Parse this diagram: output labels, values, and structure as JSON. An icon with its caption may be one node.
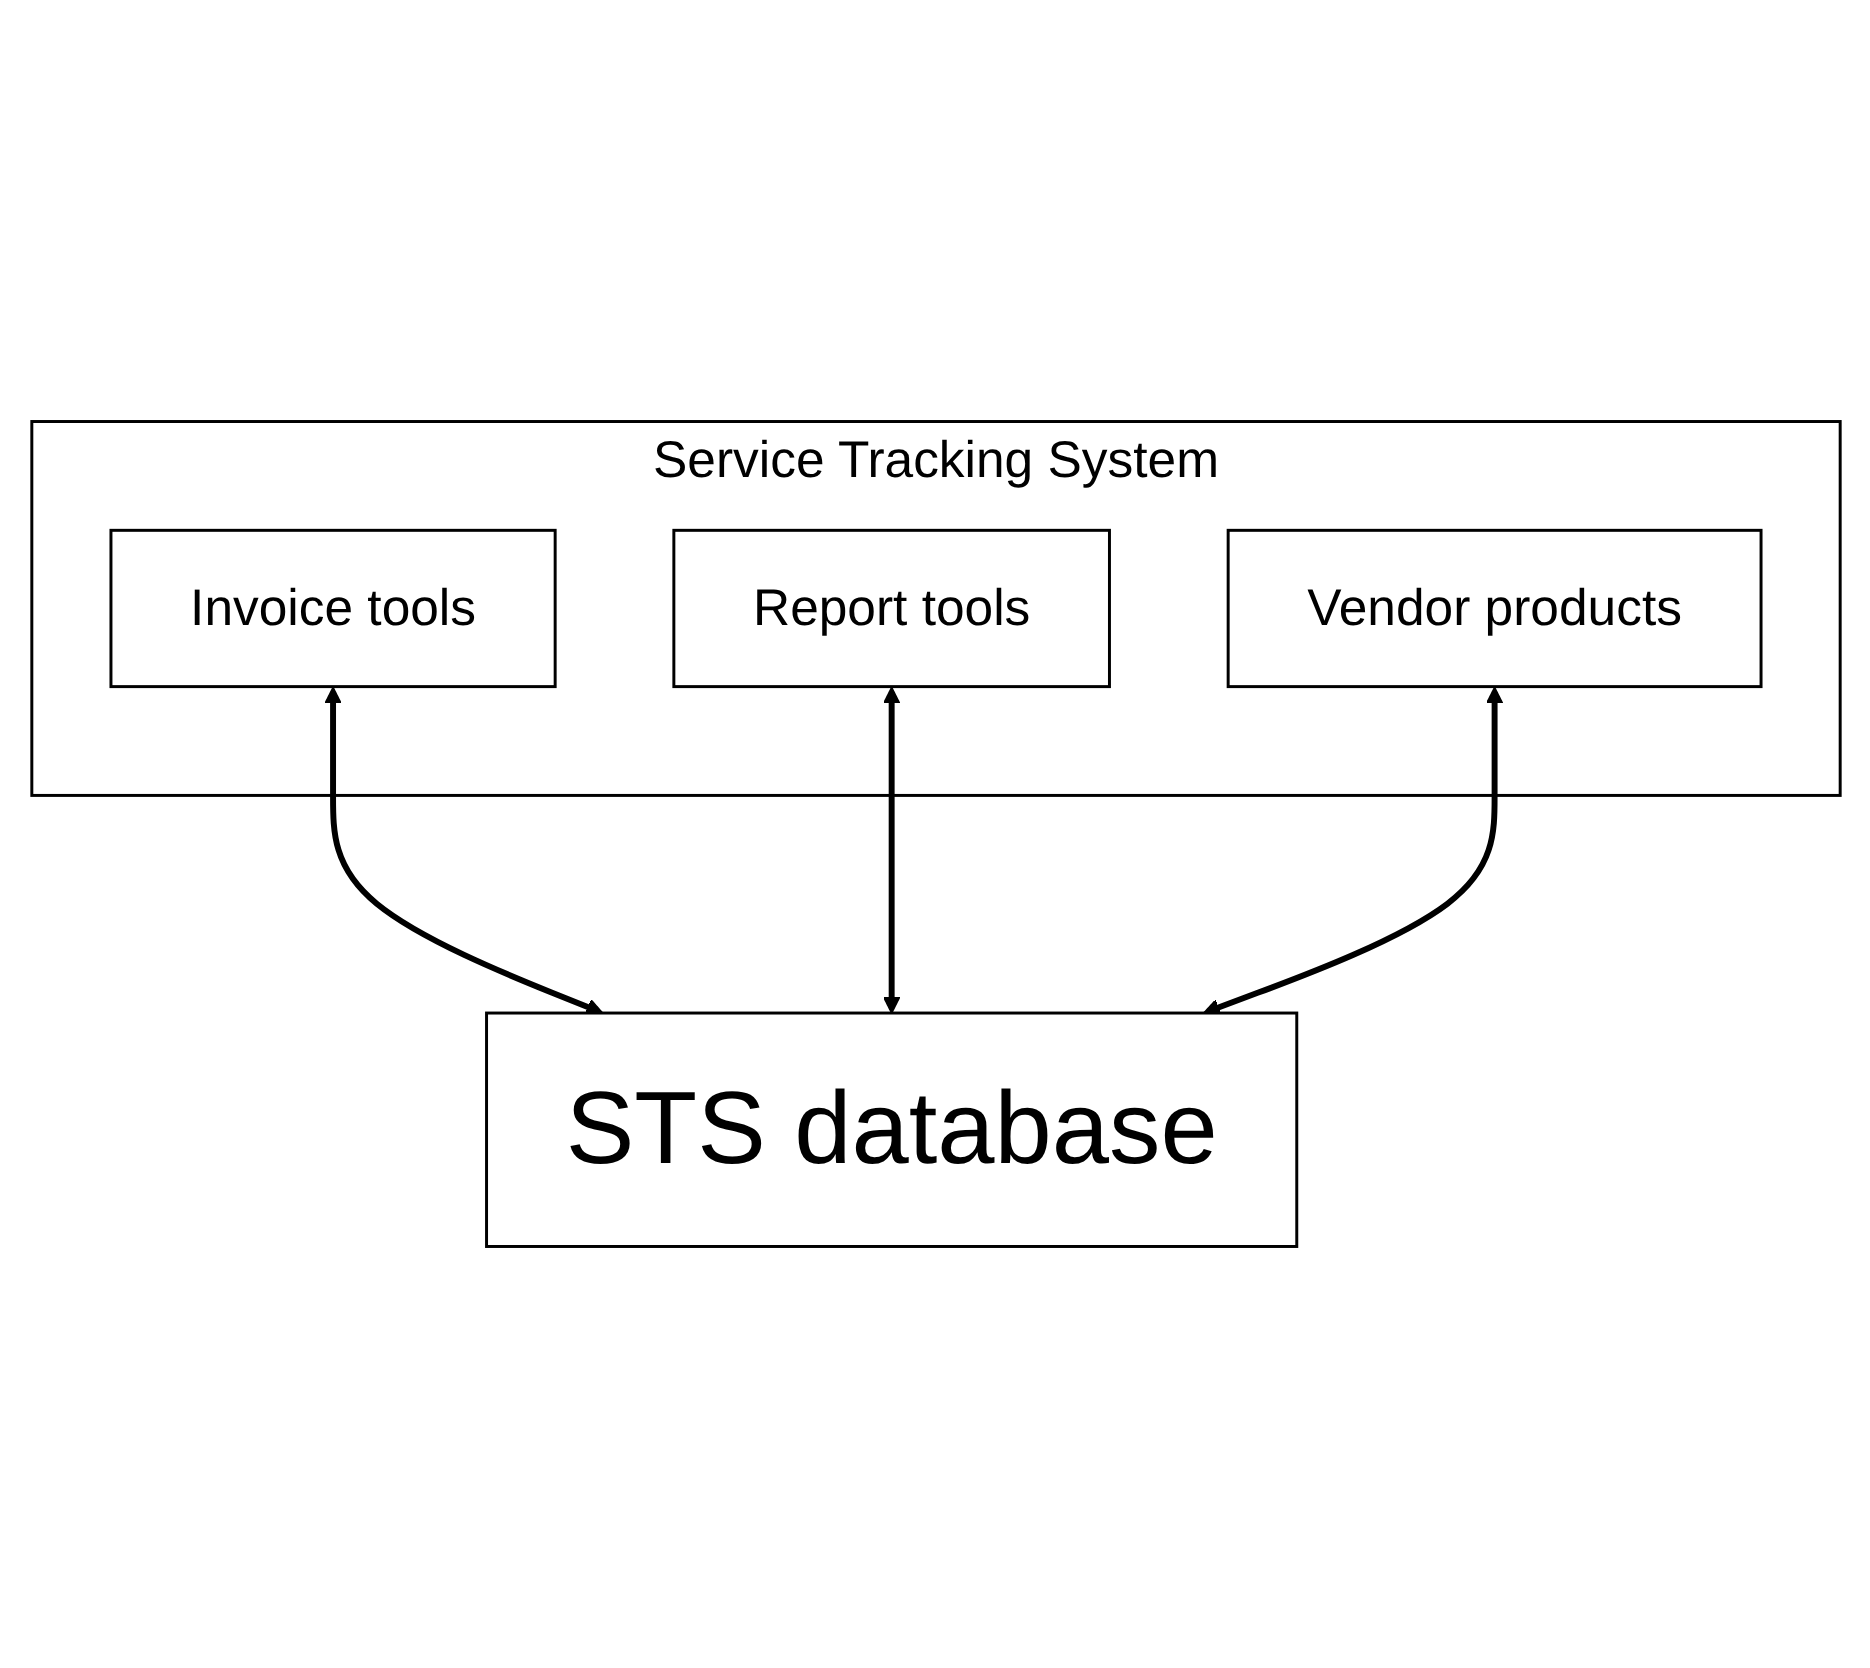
{
  "diagram": {
    "nodes": [
      {
        "text": [
          "Service Tracking System"
        ]
      },
      {
        "text": [
          "Invoice tools"
        ],
        "in": 0
      },
      {
        "text": [
          "Report tools"
        ],
        "in": 0
      },
      {
        "text": [
          "Vendor products"
        ],
        "in": 0
      },
      {
        "text": [
          "STS database"
        ]
      }
    ],
    "edges": [
      {
        "from": 1,
        "to": 4,
        "arrow": "both"
      },
      {
        "from": 2,
        "to": 4,
        "arrow": "both"
      },
      {
        "from": 3,
        "to": 4,
        "arrow": "both"
      }
    ]
  }
}
